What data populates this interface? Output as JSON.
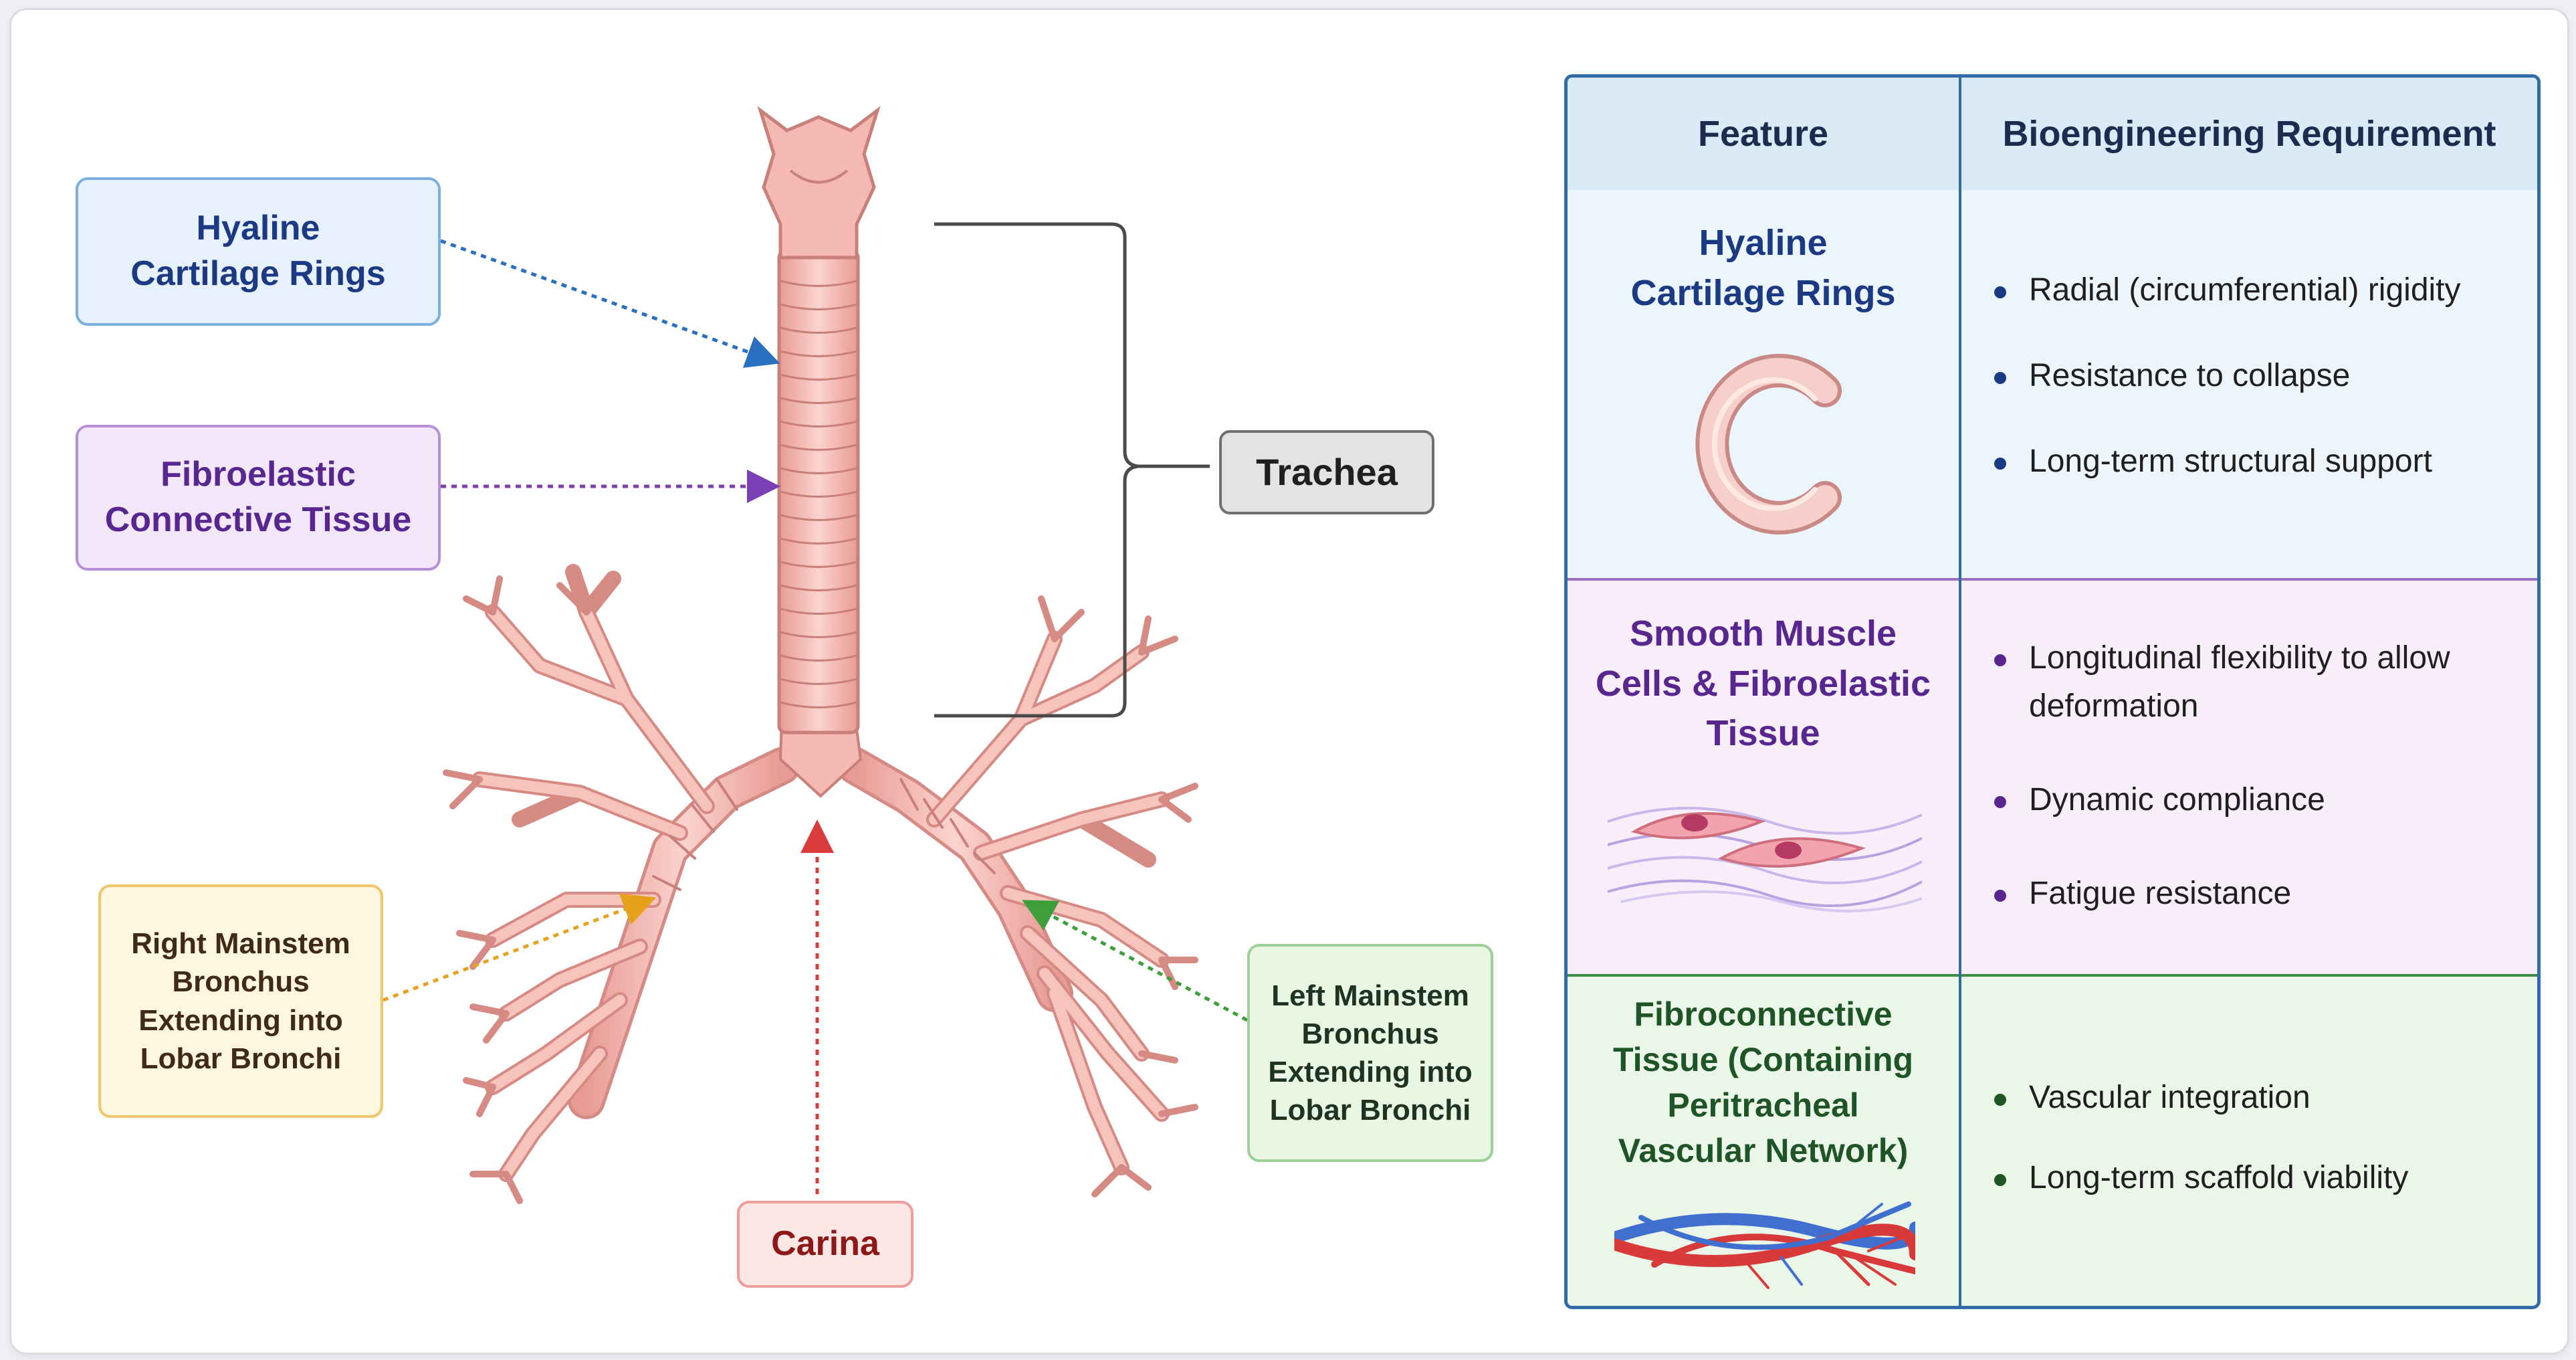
{
  "labels": {
    "hyaline": "Hyaline\nCartilage Rings",
    "fibroelastic": "Fibroelastic\nConnective Tissue",
    "right_bronchus": "Right Mainstem\nBronchus\nExtending into\nLobar Bronchi",
    "left_bronchus": "Left Mainstem\nBronchus\nExtending into\nLobar Bronchi",
    "carina": "Carina",
    "trachea": "Trachea"
  },
  "colors": {
    "blue_arrow": "#2a6fc0",
    "purple_arrow": "#7b3fb5",
    "orange_arrow": "#e6a21c",
    "green_arrow": "#3d9e3a",
    "red_arrow": "#d93a3a",
    "trachea_fill": "#f4b9b3",
    "trachea_stroke": "#c97f7a"
  },
  "table": {
    "header": {
      "feature": "Feature",
      "requirement": "Bioengineering Requirement"
    },
    "rows": [
      {
        "feature": "Hyaline\nCartilage Rings",
        "icon": "cartilage-ring-icon",
        "requirements": [
          "Radial (circumferential) rigidity",
          "Resistance to collapse",
          "Long-term structural support"
        ]
      },
      {
        "feature": "Smooth Muscle\nCells & Fibroelastic\nTissue",
        "icon": "smooth-muscle-cells-icon",
        "requirements": [
          "Longitudinal flexibility to allow deformation",
          "Dynamic compliance",
          "Fatigue resistance"
        ]
      },
      {
        "feature": "Fibroconnective\nTissue (Containing\nPeritracheal\nVascular Network)",
        "icon": "vascular-network-icon",
        "requirements": [
          "Vascular integration",
          "Long-term scaffold viability"
        ]
      }
    ]
  }
}
